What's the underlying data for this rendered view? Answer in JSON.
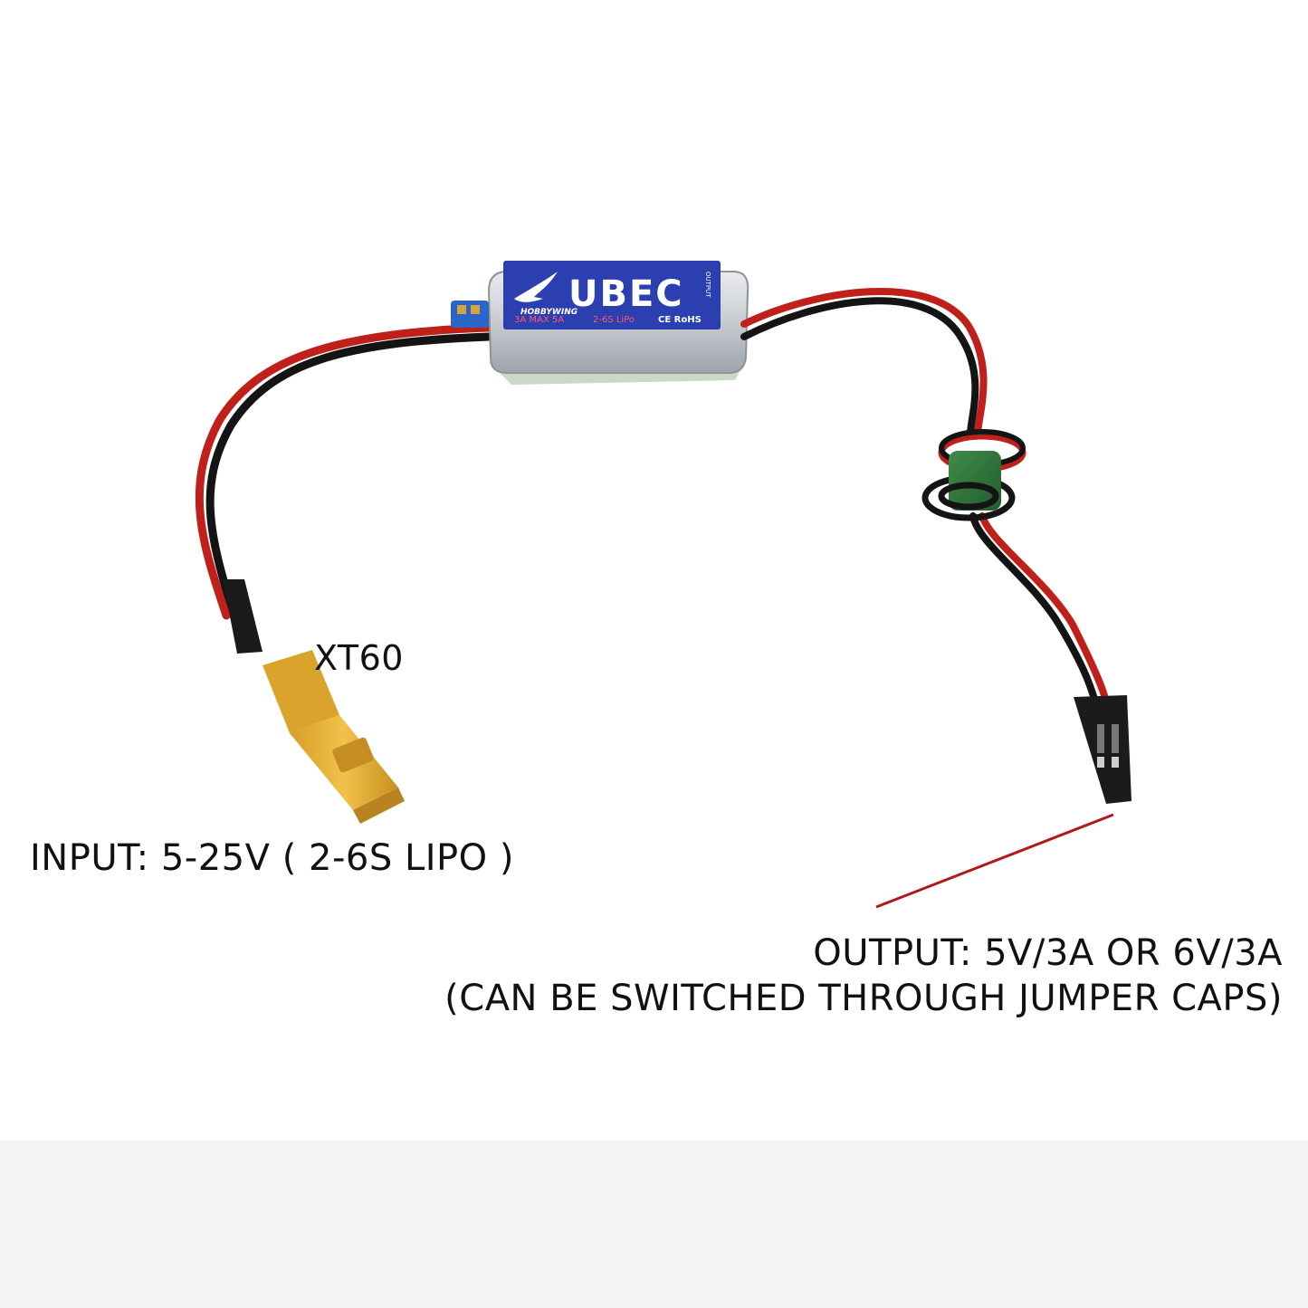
{
  "labels": {
    "connector": "XT60",
    "input": "INPUT: 5-25V ( 2-6S LIPO )",
    "output_line1": "OUTPUT: 5V/3A OR 6V/3A",
    "output_line2": "(CAN BE SWITCHED THROUGH JUMPER CAPS)"
  },
  "module": {
    "brand": "HOBBYWING",
    "logo": "UBEC",
    "side_text": "OUTPUT",
    "rating": "3A MAX 5A",
    "cells": "2-6S LiPo",
    "certification": "CE RoHS"
  },
  "colors": {
    "background": "#ffffff",
    "label_bg": "#2b3fb0",
    "pointer_line": "#b2171b",
    "wire_red": "#c0201a",
    "wire_black": "#141414",
    "xt60": "#e8b43a",
    "ferrite": "#2f6e3a"
  },
  "icons": [
    "bird-logo-icon",
    "jumper-connector-icon"
  ]
}
